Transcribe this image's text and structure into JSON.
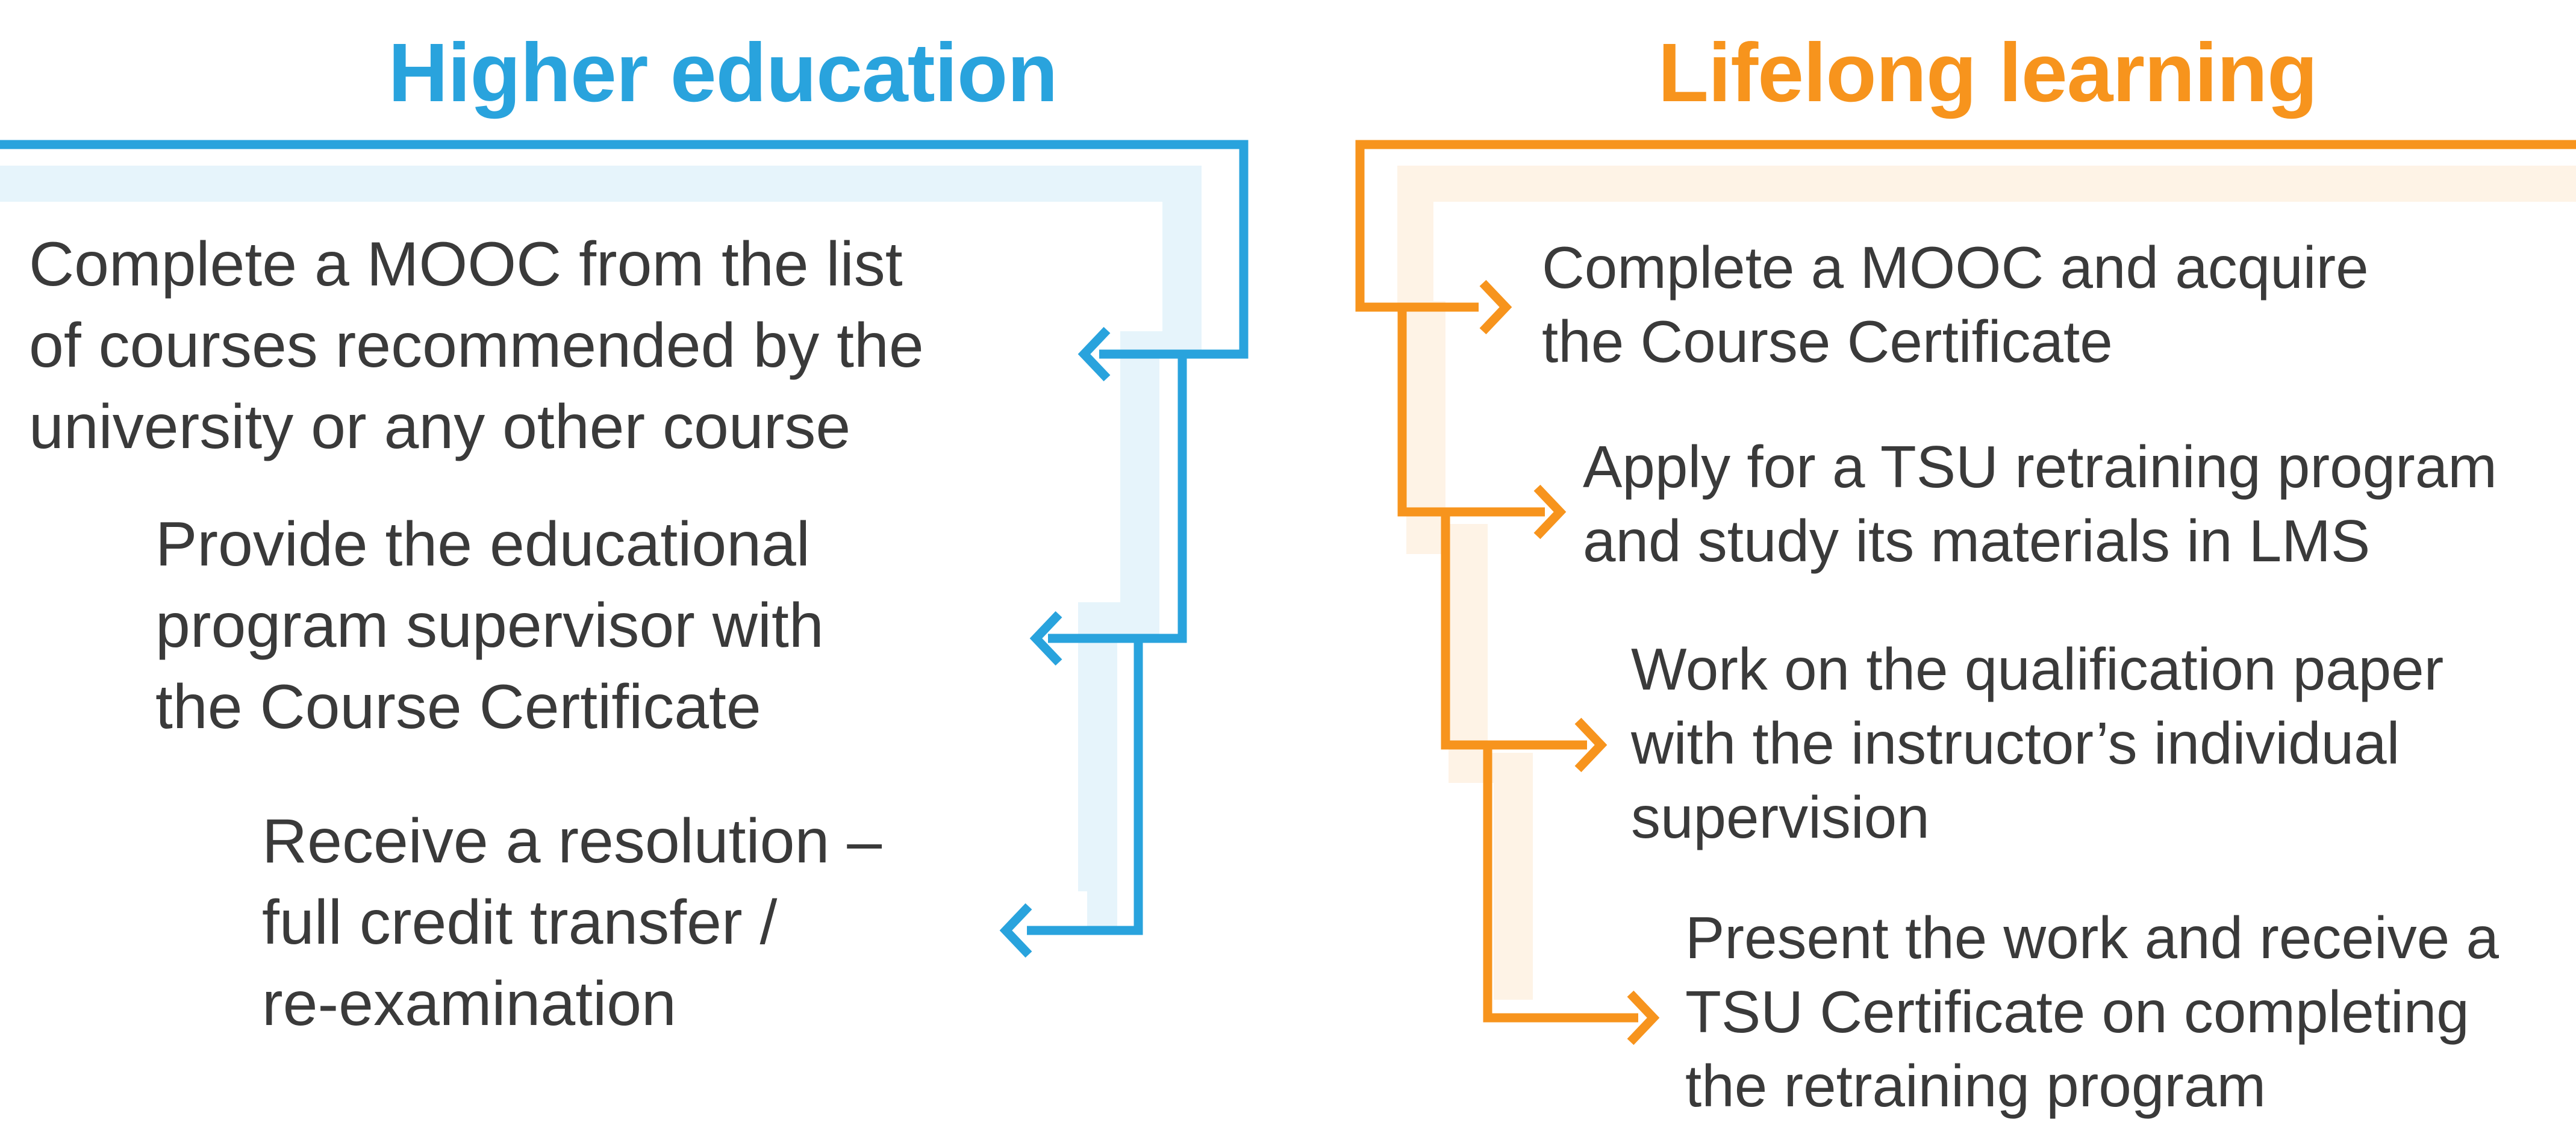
{
  "higher_education": {
    "title": "Higher education",
    "color": "#29a3dd",
    "shadow_color": "#e6f4fb",
    "steps": [
      "Complete a MOOC from the list\nof courses recommended by the\nuniversity or any other course",
      "Provide the educational\nprogram supervisor with\nthe Course Certificate",
      "Receive a resolution –\nfull credit transfer /\nre-examination"
    ]
  },
  "lifelong_learning": {
    "title": "Lifelong learning",
    "color": "#f7941d",
    "shadow_color": "#fef3e6",
    "steps": [
      "Complete a MOOC and acquire\nthe Course Certificate",
      "Apply for a TSU retraining program\nand study its materials in LMS",
      "Work on the qualification paper\nwith the instructor’s individual\nsupervision",
      "Present the work and receive a\nTSU Certificate on completing\nthe retraining program"
    ]
  },
  "text_color": "#3a3a3a"
}
